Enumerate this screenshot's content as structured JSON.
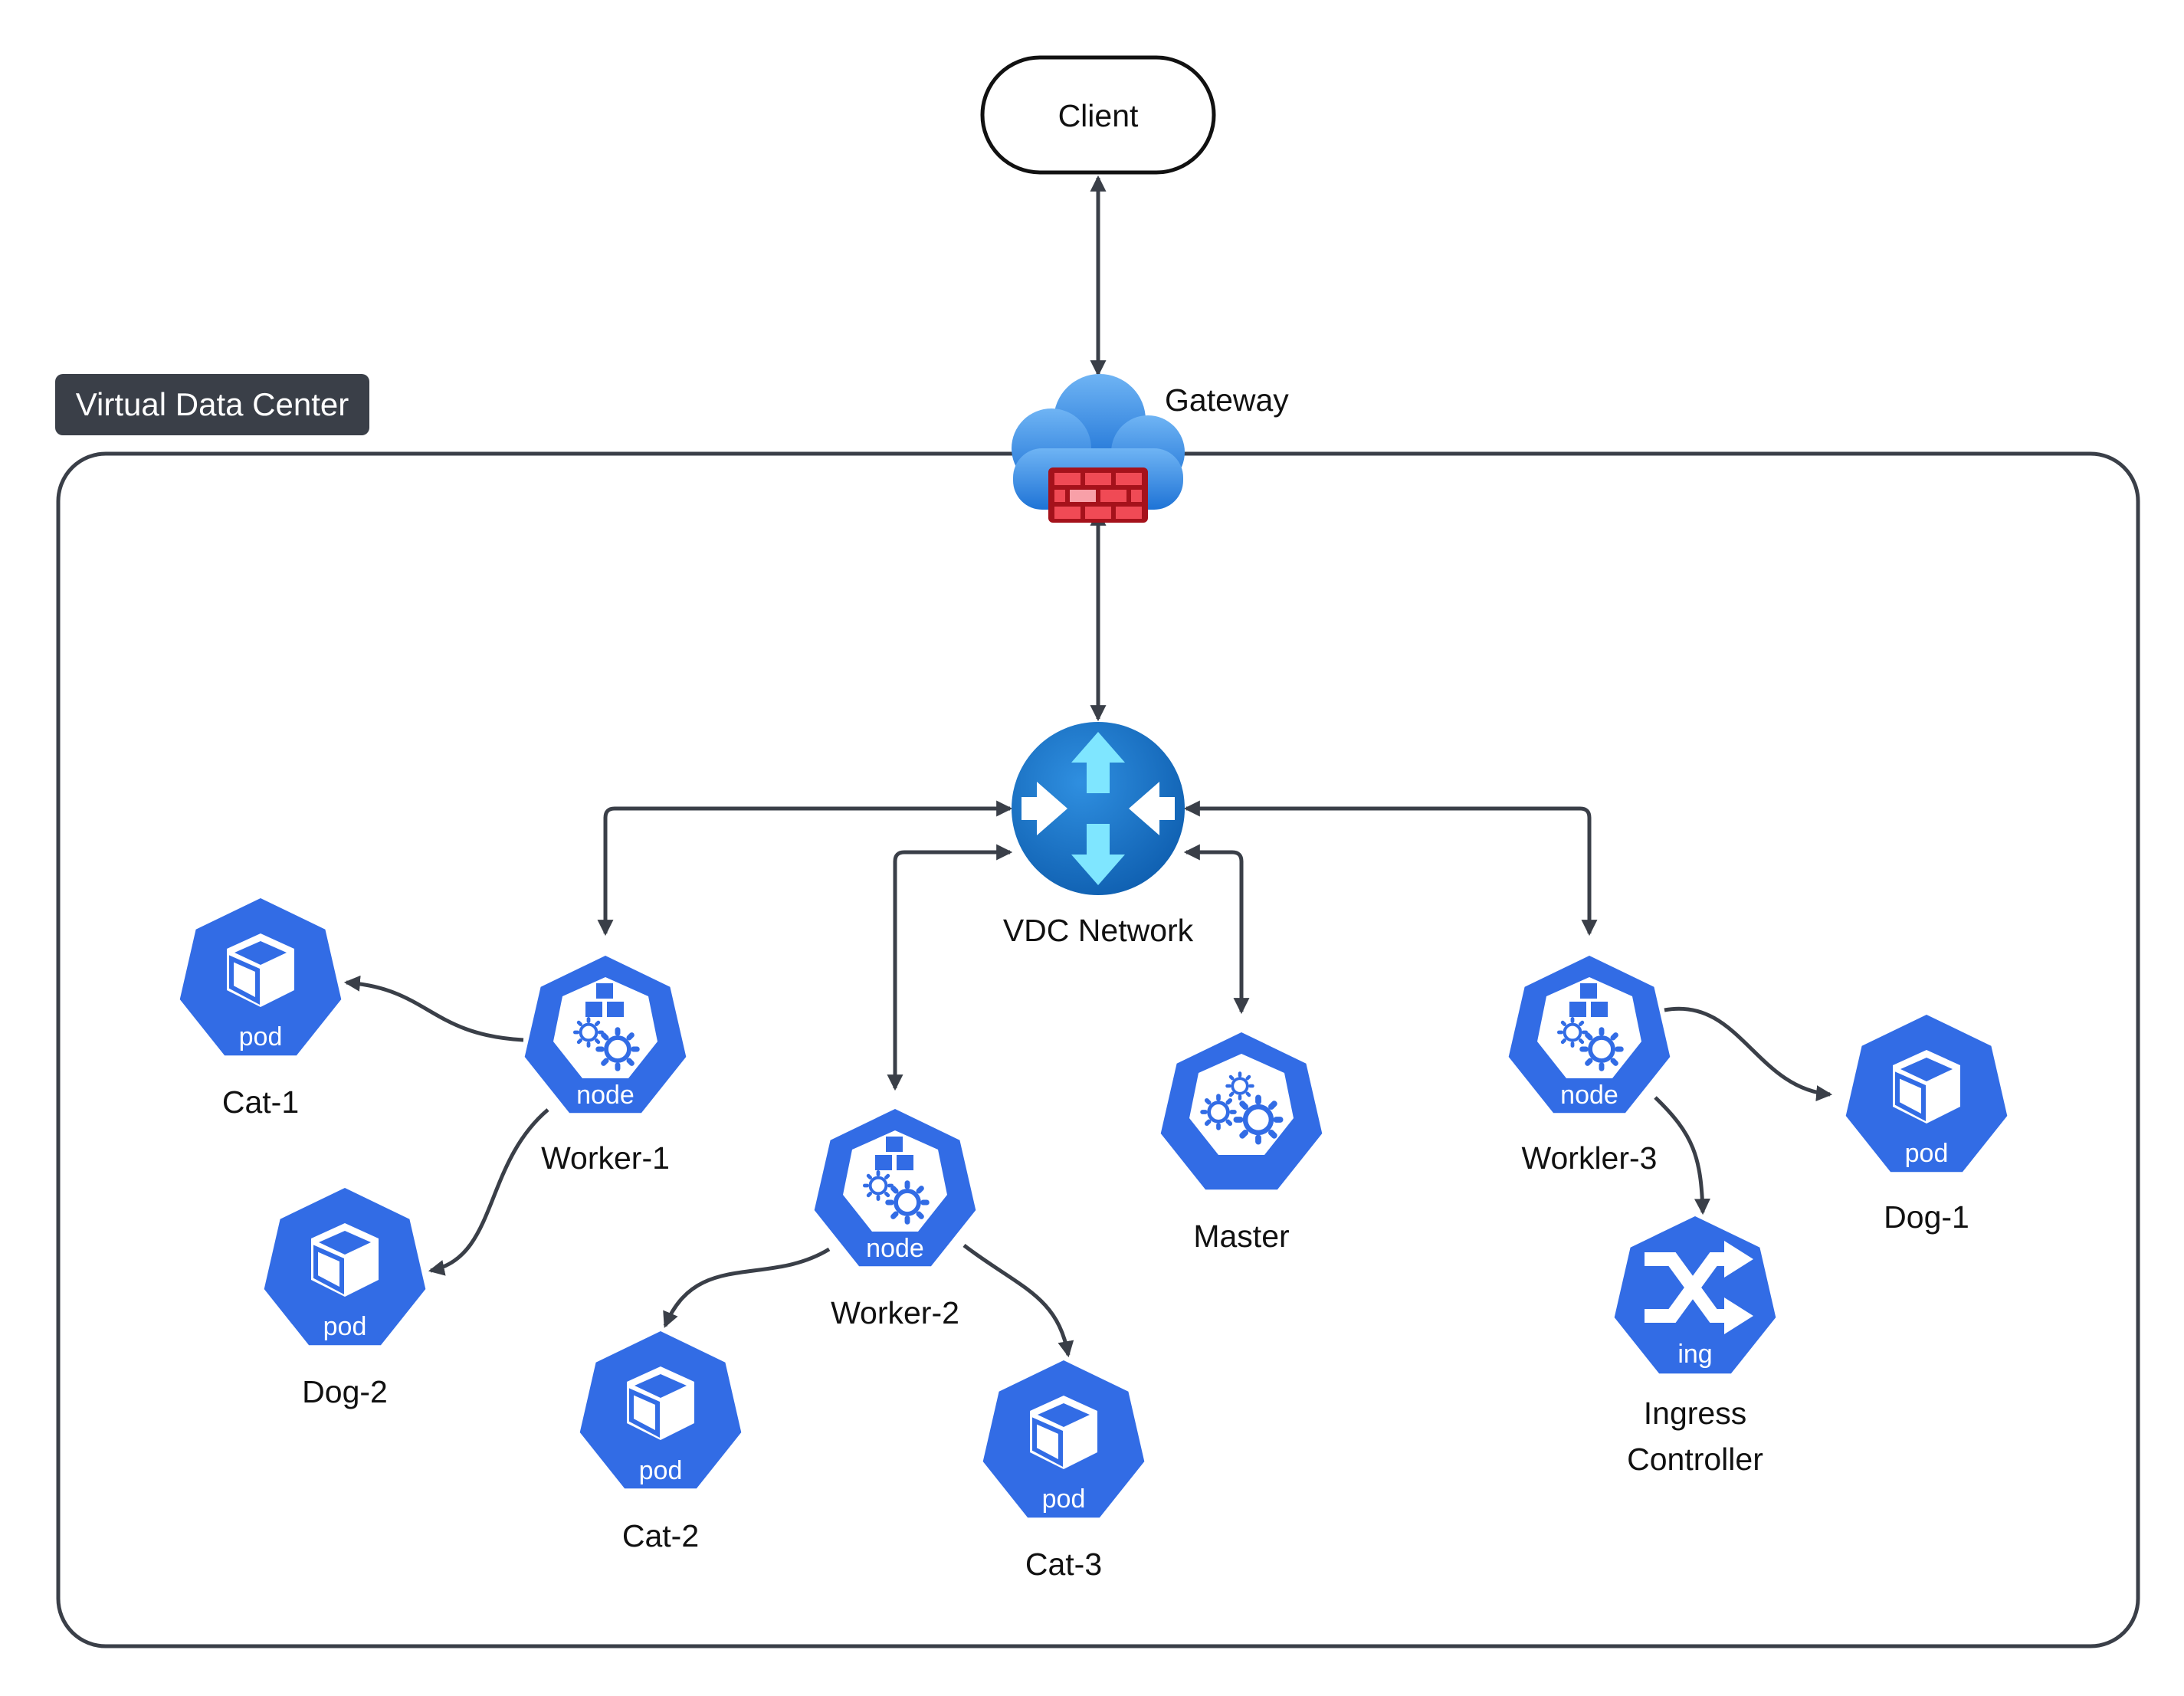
{
  "colors": {
    "k8s_blue": "#326ce5",
    "line": "#3a3f48",
    "label_bg": "#3a3f48",
    "router_blue": "#1774c9",
    "router_arrow": "#7fe6ff",
    "firewall_red": "#d9202a",
    "cloud_blue": "#3e95ea"
  },
  "client": {
    "label": "Client"
  },
  "vdc": {
    "label": "Virtual Data Center"
  },
  "gateway": {
    "label": "Gateway",
    "icon": "cloud-firewall-icon"
  },
  "network": {
    "label": "VDC Network",
    "icon": "router-icon"
  },
  "nodes": {
    "worker1": {
      "label": "Worker-1",
      "badge": "node"
    },
    "worker2": {
      "label": "Worker-2",
      "badge": "node"
    },
    "worker3": {
      "label": "Workler-3",
      "badge": "node"
    },
    "master": {
      "label": "Master"
    }
  },
  "pods": {
    "cat1": {
      "label": "Cat-1",
      "badge": "pod"
    },
    "dog2": {
      "label": "Dog-2",
      "badge": "pod"
    },
    "cat2": {
      "label": "Cat-2",
      "badge": "pod"
    },
    "cat3": {
      "label": "Cat-3",
      "badge": "pod"
    },
    "dog1": {
      "label": "Dog-1",
      "badge": "pod"
    }
  },
  "ingress": {
    "label_line1": "Ingress",
    "label_line2": "Controller",
    "badge": "ing"
  }
}
